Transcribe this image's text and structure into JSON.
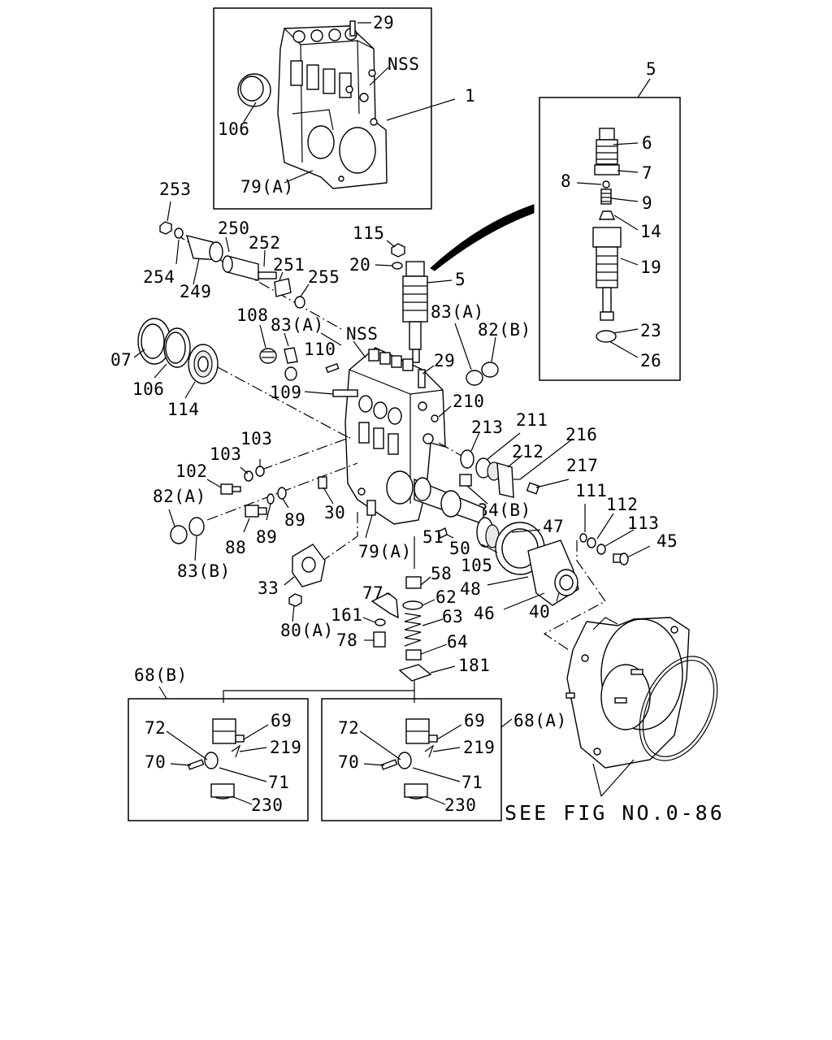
{
  "diagram": {
    "note": "SEE FIG NO.0-86",
    "labels": {
      "l29a": "29",
      "lNSSa": "NSS",
      "l1": "1",
      "l106a": "106",
      "l79Aa": "79(A)",
      "l5top": "5",
      "l6": "6",
      "l7": "7",
      "l8": "8",
      "l9": "9",
      "l14": "14",
      "l19": "19",
      "l23": "23",
      "l26": "26",
      "l253": "253",
      "l250": "250",
      "l252": "252",
      "l251": "251",
      "l255": "255",
      "l254": "254",
      "l249": "249",
      "l115": "115",
      "l20": "20",
      "l5": "5",
      "l83Aa": "83(A)",
      "l82B": "82(B)",
      "l108": "108",
      "l83Ab": "83(A)",
      "lNSSb": "NSS",
      "l110": "110",
      "l29b": "29",
      "l07": "07",
      "l106b": "106",
      "l114": "114",
      "l109": "109",
      "l210": "210",
      "l213": "213",
      "l211": "211",
      "l216": "216",
      "l212": "212",
      "l217": "217",
      "l103a": "103",
      "l103b": "103",
      "l102": "102",
      "l82A": "82(A)",
      "l89a": "89",
      "l89b": "89",
      "l88": "88",
      "l83B": "83(B)",
      "l30": "30",
      "l34B": "34(B)",
      "l47": "47",
      "l51": "51",
      "l50": "50",
      "l105": "105",
      "l79Ab": "79(A)",
      "l111": "111",
      "l112": "112",
      "l113": "113",
      "l45": "45",
      "l33": "33",
      "l58": "58",
      "l48": "48",
      "l46": "46",
      "l40": "40",
      "l77": "77",
      "l62": "62",
      "l161": "161",
      "l63": "63",
      "l80A": "80(A)",
      "l78": "78",
      "l64": "64",
      "l181": "181",
      "l68B": "68(B)",
      "l69a": "69",
      "l72a": "72",
      "l219a": "219",
      "l70a": "70",
      "l71a": "71",
      "l230a": "230",
      "l72b": "72",
      "l69b": "69",
      "l68A": "68(A)",
      "l219b": "219",
      "l70b": "70",
      "l71b": "71",
      "l230b": "230"
    }
  }
}
